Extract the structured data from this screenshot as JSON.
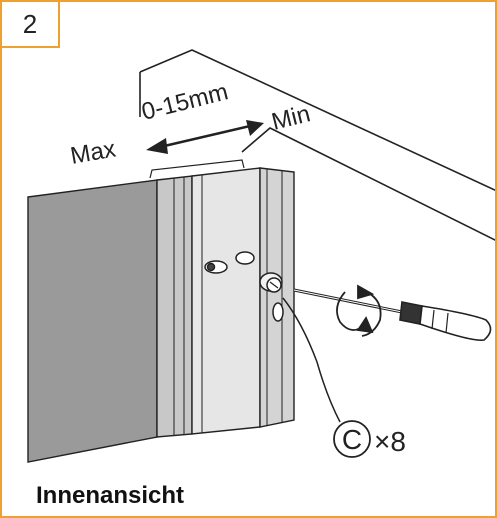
{
  "step": {
    "number": "2"
  },
  "labels": {
    "max": "Max",
    "range": "0-15mm",
    "min": "Min",
    "part_letter": "C",
    "quantity": "×8"
  },
  "caption": "Innenansicht",
  "colors": {
    "border": "#f0a030",
    "panel_dark": "#9a9a9a",
    "panel_mid": "#c8c8c8",
    "panel_light": "#e6e6e6",
    "line": "#222222"
  }
}
